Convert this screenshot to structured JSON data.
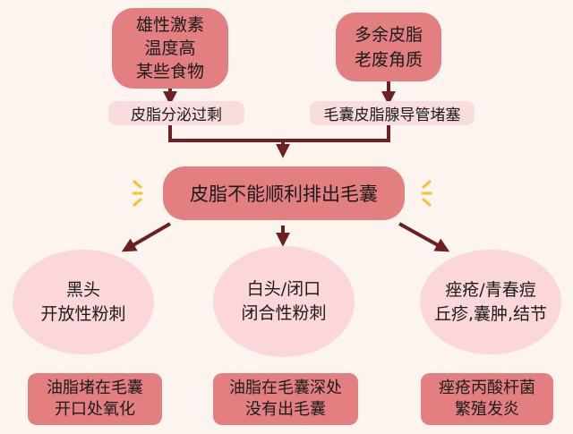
{
  "top_left": {
    "causes": "雄性激素\n温度高\n某些食物",
    "result": "皮脂分泌过剩"
  },
  "top_right": {
    "causes": "多余皮脂\n老废角质",
    "result": "毛囊皮脂腺导管堵塞"
  },
  "center": {
    "label": "皮脂不能顺利排出毛囊"
  },
  "outcomes": [
    {
      "title": "黑头\n开放性粉刺",
      "reason": "油脂堵在毛囊\n开口处氧化"
    },
    {
      "title": "白头/闭口\n闭合性粉刺",
      "reason": "油脂在毛囊深处\n没有出毛囊"
    },
    {
      "title": "痤疮/青春痘\n丘疹,囊肿,结节",
      "reason": "痤疮丙酸杆菌\n繁殖发炎"
    }
  ],
  "colors": {
    "dark_box": "#e37f80",
    "pale_box": "#f8dcde",
    "circle": "#fbd7d9",
    "arrow": "#6e1f1f",
    "spark": "#f1c232"
  }
}
